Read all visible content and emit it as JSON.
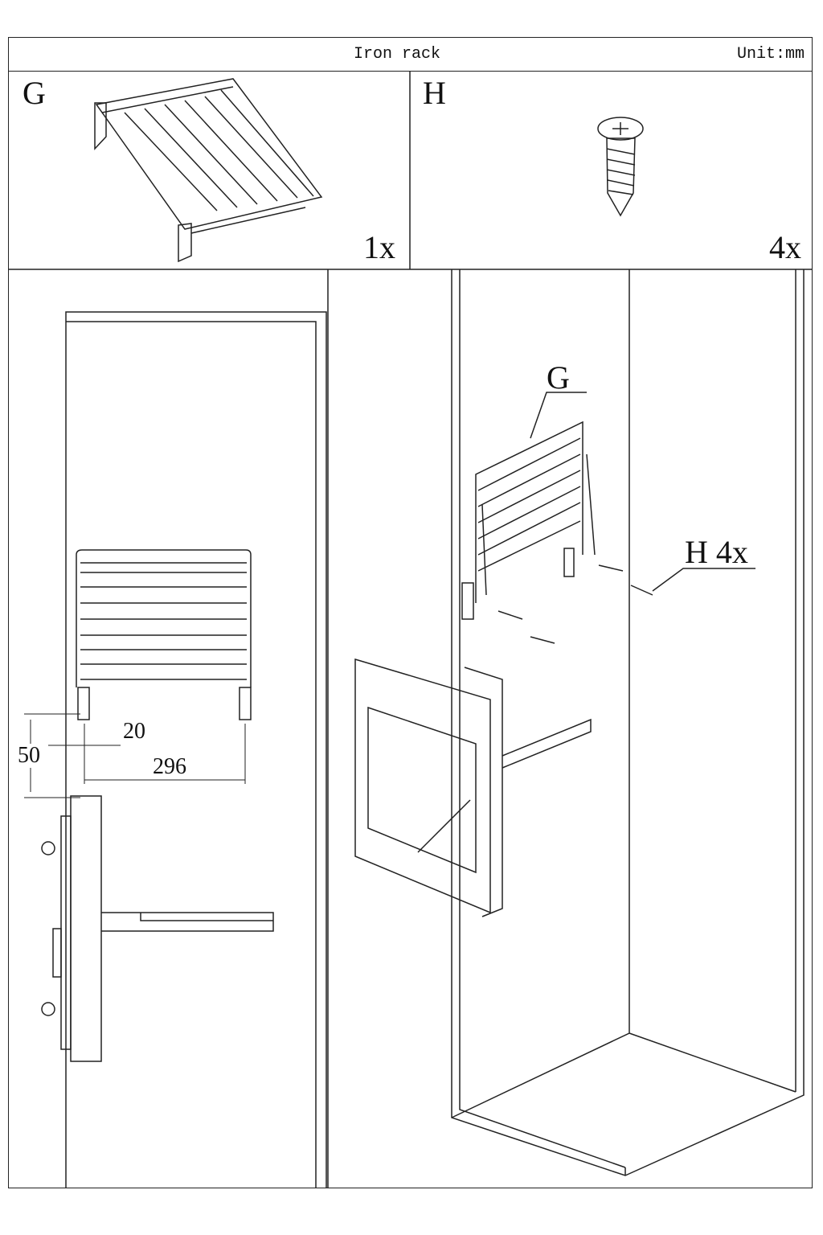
{
  "header": {
    "title": "Iron rack",
    "unit": "Unit:mm"
  },
  "parts": [
    {
      "letter": "G",
      "quantity": "1x",
      "name": "rack-assembly"
    },
    {
      "letter": "H",
      "quantity": "4x",
      "name": "screw"
    }
  ],
  "step_left": {
    "dimensions": {
      "offset": "20",
      "height": "50",
      "width": "296"
    }
  },
  "step_right": {
    "callout_rack": "G",
    "callout_screws": "H 4x"
  }
}
